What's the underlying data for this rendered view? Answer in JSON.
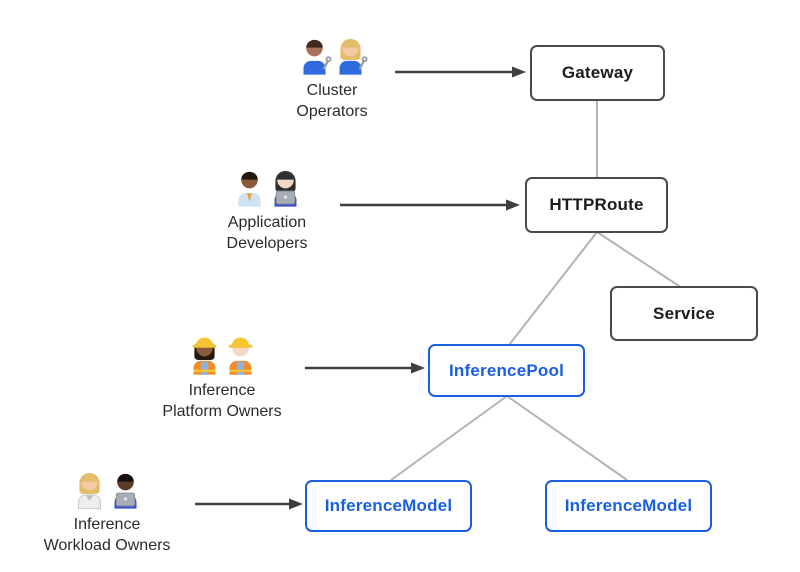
{
  "diagram": {
    "background": "#ffffff",
    "personas": [
      {
        "name": "cluster-operators",
        "label_lines": [
          "Cluster",
          "Operators"
        ],
        "emoji": "👨🏽‍🔧 👩🏼‍🔧",
        "people": [
          {
            "skin": "#a9705a",
            "hair": "#3e2a1e",
            "hairstyle": "short",
            "shirt": "#2f6bdf",
            "tool": "wrench"
          },
          {
            "skin": "#f1c9a5",
            "hair": "#e3bd6a",
            "hairstyle": "long",
            "shirt": "#2f6bdf",
            "tool": "wrench"
          }
        ]
      },
      {
        "name": "application-developers",
        "label_lines": [
          "Application",
          "Developers"
        ],
        "emoji": "👨🏾‍💼 👩🏻‍💻",
        "people": [
          {
            "skin": "#8a5a3b",
            "hair": "#241811",
            "hairstyle": "short",
            "shirt": "#cfe2f3",
            "tie": "#e8a33a"
          },
          {
            "skin": "#f6d7c2",
            "hair": "#2f2f2f",
            "hairstyle": "long",
            "shirt": "#3b55c4",
            "laptop": true
          }
        ]
      },
      {
        "name": "inference-platform-owners",
        "label_lines": [
          "Inference",
          "Platform Owners"
        ],
        "emoji": "👷🏾‍♀️ 👷🏻",
        "people": [
          {
            "skin": "#8a5a3b",
            "hair": "#241811",
            "hairstyle": "long",
            "shirt": "#8fb4dc",
            "vest": true,
            "hat": true
          },
          {
            "skin": "#f6d7c2",
            "hair": "#b8722c",
            "hairstyle": "short",
            "shirt": "#8fb4dc",
            "vest": true,
            "hat": true
          }
        ]
      },
      {
        "name": "inference-workload-owners",
        "label_lines": [
          "Inference",
          "Workload Owners"
        ],
        "emoji": "🧑🏼‍🔬 🧑🏿‍💻",
        "people": [
          {
            "skin": "#f1c9a5",
            "hair": "#e3bd6a",
            "hairstyle": "long",
            "shirt": "#ededed",
            "coat": true
          },
          {
            "skin": "#5b3a26",
            "hair": "#17100c",
            "hairstyle": "short",
            "shirt": "#3b55c4",
            "laptop": true
          }
        ]
      }
    ],
    "nodes": [
      {
        "id": "gateway",
        "label": "Gateway",
        "variant": "standard"
      },
      {
        "id": "httproute",
        "label": "HTTPRoute",
        "variant": "standard"
      },
      {
        "id": "service",
        "label": "Service",
        "variant": "standard"
      },
      {
        "id": "inferencepool",
        "label": "InferencePool",
        "variant": "inference"
      },
      {
        "id": "inferencemodel-1",
        "label": "InferenceModel",
        "variant": "inference"
      },
      {
        "id": "inferencemodel-2",
        "label": "InferenceModel",
        "variant": "inference"
      }
    ],
    "edges": [
      {
        "from": "cluster-operators",
        "to": "gateway",
        "type": "arrow"
      },
      {
        "from": "application-developers",
        "to": "httproute",
        "type": "arrow"
      },
      {
        "from": "inference-platform-owners",
        "to": "inferencepool",
        "type": "arrow"
      },
      {
        "from": "inference-workload-owners",
        "to": "inferencemodel-1",
        "type": "arrow"
      },
      {
        "from": "gateway",
        "to": "httproute",
        "type": "line"
      },
      {
        "from": "httproute",
        "to": "service",
        "type": "line"
      },
      {
        "from": "httproute",
        "to": "inferencepool",
        "type": "line"
      },
      {
        "from": "inferencepool",
        "to": "inferencemodel-1",
        "type": "line"
      },
      {
        "from": "inferencepool",
        "to": "inferencemodel-2",
        "type": "line"
      }
    ],
    "colors": {
      "standard_border": "#4a4a4a",
      "standard_text": "#1c1c1c",
      "inference_border": "#1a5fe0",
      "inference_text": "#1a5fe0",
      "connector_line": "#b3b3b3",
      "arrow": "#3f3f3f",
      "hard_hat": "#f7c531",
      "safety_vest": "#f28c28",
      "laptop": "#a7adb5"
    }
  }
}
